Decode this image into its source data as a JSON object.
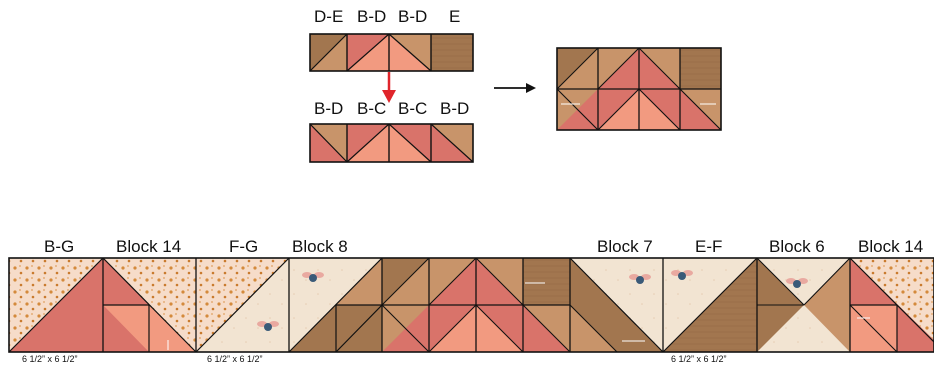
{
  "top_diagram": {
    "top_row_labels": [
      "D-E",
      "B-D",
      "B-D",
      "E"
    ],
    "bottom_row_labels": [
      "B-D",
      "B-C",
      "B-C",
      "B-D"
    ]
  },
  "strip": {
    "labels": [
      "B-G",
      "Block 14",
      "F-G",
      "Block 8",
      "Block 7",
      "E-F",
      "Block 6",
      "Block 14"
    ],
    "dimension_labels": [
      "6 1/2” x 6 1/2”",
      "6 1/2” x 6 1/2”",
      "6 1/2” x 6 1/2”"
    ]
  },
  "colors": {
    "brown": "#a2764f",
    "tan": "#c8946a",
    "salmon": "#f29a80",
    "rose": "#d9736a",
    "cream": "#f2e4d2",
    "peach": "#f6dcc9",
    "arrow_red": "#e0252b",
    "outline": "#111111"
  }
}
